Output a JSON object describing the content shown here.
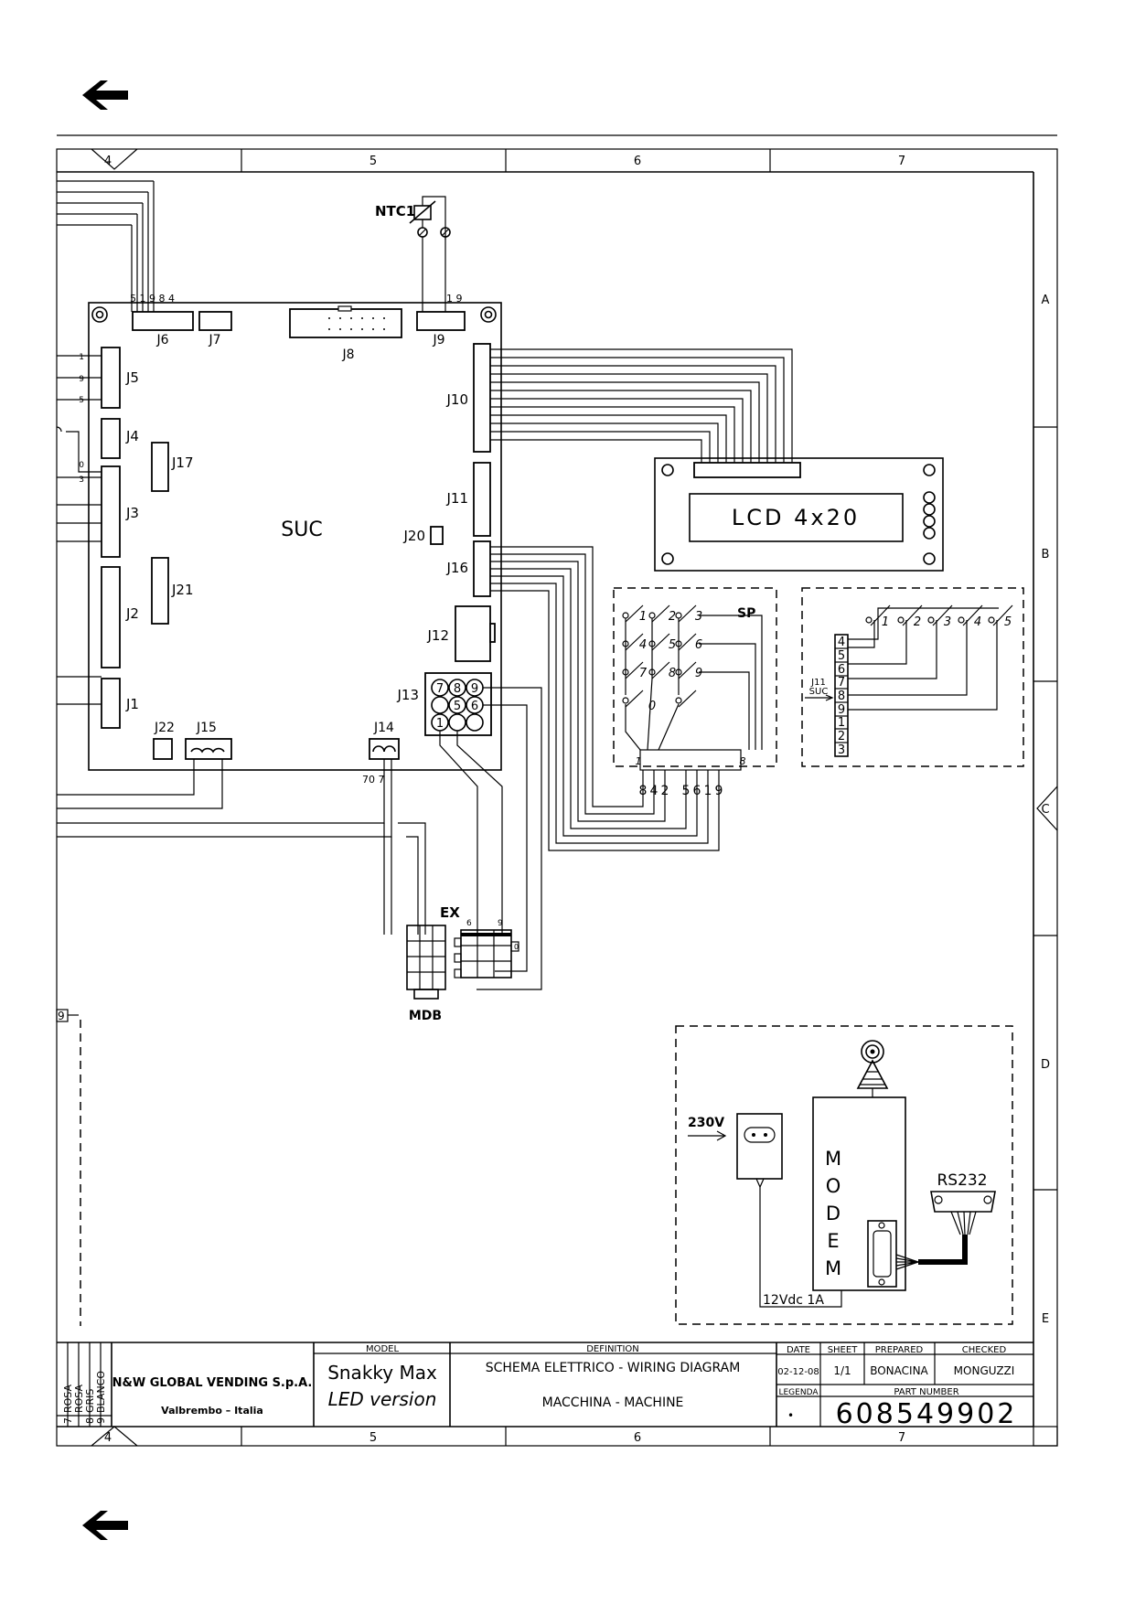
{
  "navigation": {
    "back_top_icon": "left-arrow-icon",
    "back_bottom_icon": "left-arrow-icon"
  },
  "frame": {
    "top_zones": [
      "4",
      "5",
      "6",
      "7"
    ],
    "bottom_zones": [
      "4",
      "5",
      "6",
      "7"
    ],
    "right_zones": [
      "A",
      "B",
      "C",
      "D",
      "E"
    ]
  },
  "board": {
    "name": "SUC",
    "connectors": {
      "j1": "J1",
      "j2": "J2",
      "j3": "J3",
      "j4": "J4",
      "j5": "J5",
      "j6": "J6",
      "j7": "J7",
      "j8": "J8",
      "j9": "J9",
      "j10": "J10",
      "j11": "J11",
      "j12": "J12",
      "j13": "J13",
      "j14": "J14",
      "j15": "J15",
      "j16": "J16",
      "j17": "J17",
      "j20": "J20",
      "j21": "J21",
      "j22": "J22"
    },
    "j6_pins": "5 1 9 8 4",
    "j9_pins": "1 9",
    "j14_pins": "70 7",
    "j13_pins": [
      "7",
      "8",
      "9",
      "5",
      "6",
      "1"
    ],
    "j5_pins": [
      "1",
      "9",
      "5"
    ],
    "j3_pins": [
      "0",
      "3"
    ]
  },
  "sensor": {
    "label": "NTC1"
  },
  "lcd": {
    "label": "LCD 4x20"
  },
  "keypad": {
    "label": "SP",
    "keys": [
      "1",
      "2",
      "3",
      "4",
      "5",
      "6",
      "7",
      "8",
      "9",
      "0"
    ],
    "strip_left": "1",
    "strip_right": "8",
    "pin_labels": [
      "8",
      "4",
      "2",
      "5",
      "6",
      "1",
      "9"
    ]
  },
  "selector": {
    "keys": [
      "1",
      "2",
      "3",
      "4",
      "5"
    ],
    "pins": [
      "4",
      "5",
      "6",
      "7",
      "8",
      "9",
      "1",
      "2",
      "3"
    ],
    "ref": "J11",
    "ref_sub": "SUC"
  },
  "external": {
    "ex_label": "EX",
    "ex_pins": [
      "6",
      "9"
    ],
    "ex_pin_right": "0",
    "mdb_label": "MDB",
    "side_ref": "9"
  },
  "modem_box": {
    "power_label": "230V",
    "modem_letters": [
      "M",
      "O",
      "D",
      "E",
      "M"
    ],
    "serial_label": "RS232",
    "supply_label": "12Vdc 1A"
  },
  "title_block": {
    "color_codes": [
      {
        "num": "7",
        "name": "ROSA"
      },
      {
        "num": "",
        "name": "ROSA"
      },
      {
        "num": "8",
        "name": "GRIS"
      },
      {
        "num": "9",
        "name": "BLANCO"
      }
    ],
    "company": "N&W GLOBAL VENDING S.p.A.",
    "location": "Valbrembo – Italia",
    "model_header": "MODEL",
    "model_name": "Snakky Max",
    "model_variant": "LED version",
    "definition_header": "DEFINITION",
    "definition_line1": "SCHEMA ELETTRICO - WIRING DIAGRAM",
    "definition_line2": "MACCHINA - MACHINE",
    "date_header": "DATE",
    "date_value": "02-12-08",
    "sheet_header": "SHEET",
    "sheet_value": "1/1",
    "prepared_header": "PREPARED",
    "prepared_value": "BONACINA",
    "checked_header": "CHECKED",
    "checked_value": "MONGUZZI",
    "legend_header": "LEGENDA",
    "legend_value": "•",
    "part_header": "PART NUMBER",
    "part_number": "608549902"
  }
}
